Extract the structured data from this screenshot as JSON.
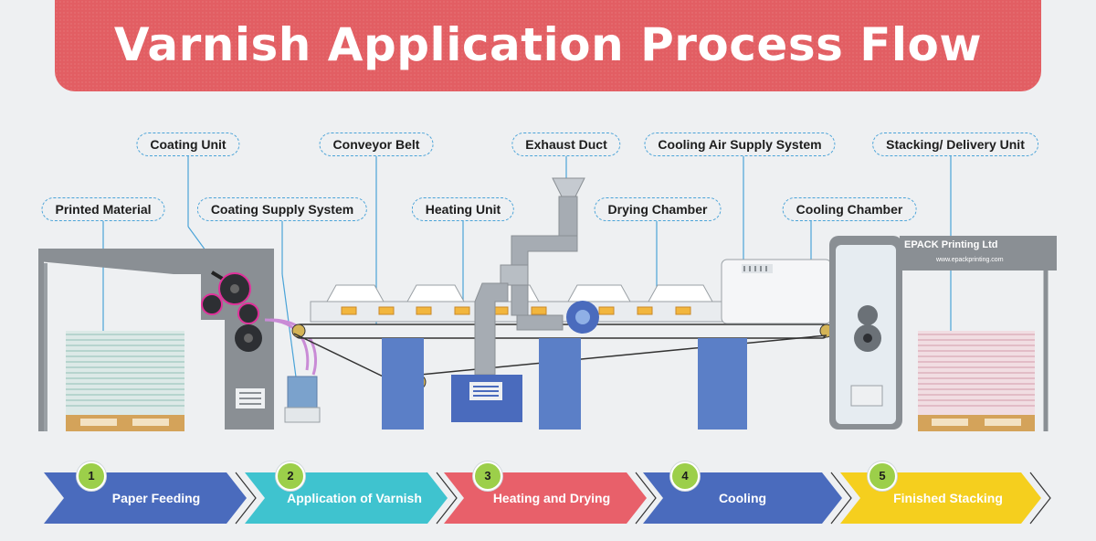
{
  "title": "Varnish Application Process Flow",
  "components": {
    "printed_material": "Printed Material",
    "coating_unit": "Coating Unit",
    "coating_supply": "Coating Supply System",
    "conveyor_belt": "Conveyor Belt",
    "heating_unit": "Heating Unit",
    "exhaust_duct": "Exhaust Duct",
    "drying_chamber": "Drying Chamber",
    "cooling_air": "Cooling Air Supply System",
    "cooling_chamber": "Cooling Chamber",
    "stacking": "Stacking/ Delivery Unit"
  },
  "brand": {
    "name": "EPACK Printing Ltd",
    "url": "www.epackprinting.com"
  },
  "steps": [
    {
      "num": "1",
      "label": "Paper Feeding",
      "color": "#4a6bbd"
    },
    {
      "num": "2",
      "label": "Application of Varnish",
      "color": "#3fc3cf"
    },
    {
      "num": "3",
      "label": "Heating and Drying",
      "color": "#e8606a"
    },
    {
      "num": "4",
      "label": "Cooling",
      "color": "#4a6bbd"
    },
    {
      "num": "5",
      "label": "Finished Stacking",
      "color": "#f5cf1e"
    }
  ],
  "colors": {
    "banner": "#e25e63",
    "label_border": "#4aa3d8",
    "machine_gray": "#8a8f94",
    "leg_blue": "#5b7fc7",
    "badge": "#9ccf4a"
  }
}
